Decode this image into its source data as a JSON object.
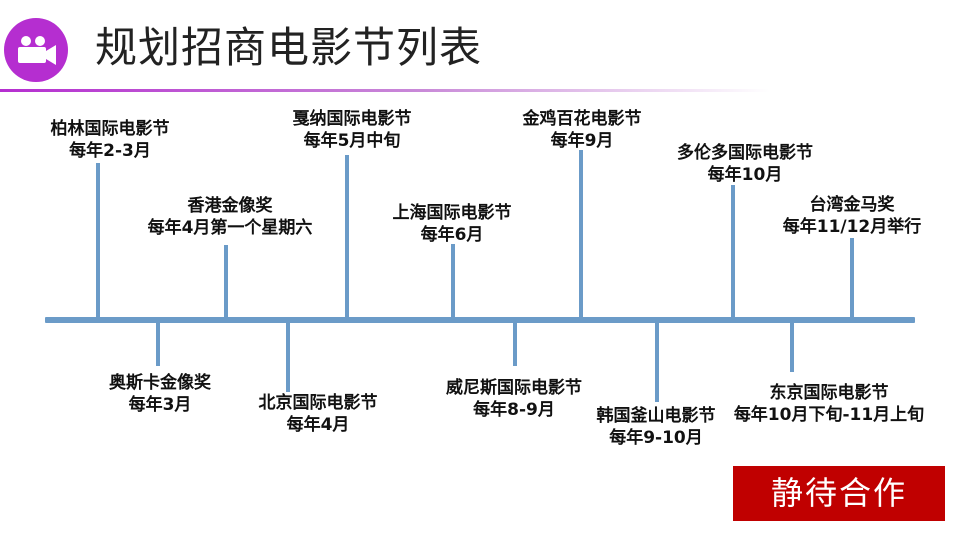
{
  "title": "规划招商电影节列表",
  "logo_icon": "video-camera-icon",
  "colors": {
    "accent": "#b52ed0",
    "axis": "#6b9bc8",
    "cta": "#c00000"
  },
  "events": [
    {
      "name": "柏林国际电影节",
      "date": "每年2-3月",
      "position": "above"
    },
    {
      "name": "奥斯卡金像奖",
      "date": "每年3月",
      "position": "below"
    },
    {
      "name": "香港金像奖",
      "date": "每年4月第一个星期六",
      "position": "above"
    },
    {
      "name": "北京国际电影节",
      "date": "每年4月",
      "position": "below"
    },
    {
      "name": "戛纳国际电影节",
      "date": "每年5月中旬",
      "position": "above"
    },
    {
      "name": "上海国际电影节",
      "date": "每年6月",
      "position": "above"
    },
    {
      "name": "威尼斯国际电影节",
      "date": "每年8-9月",
      "position": "below"
    },
    {
      "name": "金鸡百花电影节",
      "date": "每年9月",
      "position": "above"
    },
    {
      "name": "韩国釜山电影节",
      "date": "每年9-10月",
      "position": "below"
    },
    {
      "name": "多伦多国际电影节",
      "date": "每年10月",
      "position": "above"
    },
    {
      "name": "东京国际电影节",
      "date": "每年10月下旬-11月上旬",
      "position": "below"
    },
    {
      "name": "台湾金马奖",
      "date": "每年11/12月举行",
      "position": "above"
    }
  ],
  "cta_label": "静待合作"
}
